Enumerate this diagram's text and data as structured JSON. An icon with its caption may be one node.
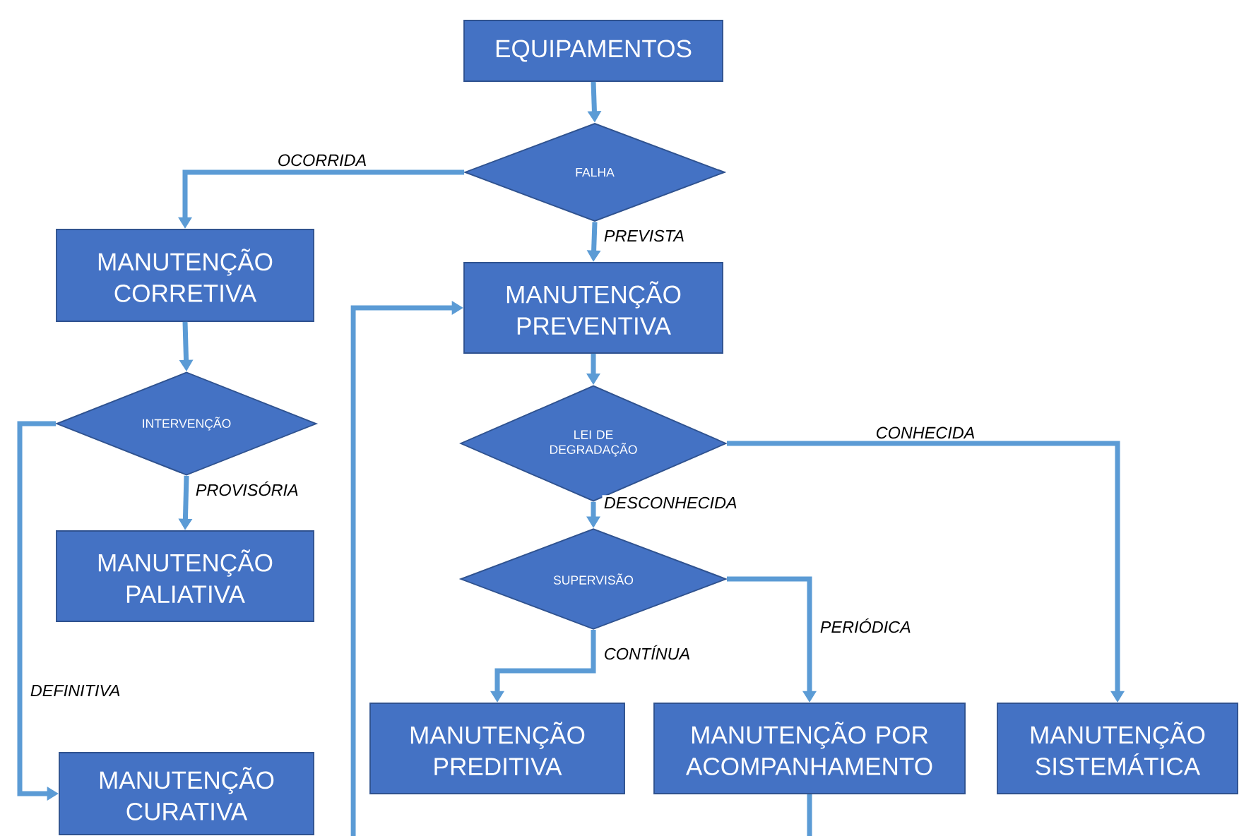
{
  "diagram": {
    "nodes": [
      {
        "text": [
          "EQUIPAMENTOS"
        ]
      },
      {
        "text": [
          "FALHA"
        ]
      },
      {
        "text": [
          "MANUTENÇÃO CORRETIVA"
        ]
      },
      {
        "text": [
          "MANUTENÇÃO PREVENTIVA"
        ]
      },
      {
        "text": [
          "INTERVENÇÃO"
        ]
      },
      {
        "text": [
          "MANUTENÇÃO PALIATIVA"
        ]
      },
      {
        "text": [
          "LEI DE DEGRADAÇÃO"
        ]
      },
      {
        "text": [
          "MANUTENÇÃO CURATIVA"
        ]
      },
      {
        "text": [
          "SUPERVISÃO"
        ]
      },
      {
        "text": [
          "MANUTENÇÃO PREDITIVA"
        ]
      },
      {
        "text": [
          "MANUTENÇÃO POR ACOMPANHAMENTO"
        ]
      },
      {
        "text": [
          "MANUTENÇÃO SISTEMÁTICA"
        ]
      }
    ],
    "edges": [
      {
        "from": 0,
        "to": 1,
        "arrow": "to"
      },
      {
        "from": 1,
        "to": 2,
        "arrow": "to",
        "label": "OCORRIDA"
      },
      {
        "from": 1,
        "to": 3,
        "arrow": "to",
        "label": "PREVISTA"
      },
      {
        "from": 2,
        "to": 4,
        "arrow": "to"
      },
      {
        "from": 4,
        "to": 5,
        "arrow": "to",
        "label": "PROVISÓRIA"
      },
      {
        "from": 4,
        "to": 7,
        "arrow": "to",
        "label": "DEFINITIVA"
      },
      {
        "from": 3,
        "to": 6,
        "arrow": "to"
      },
      {
        "from": 6,
        "to": 11,
        "arrow": "to",
        "label": "CONHECIDA"
      },
      {
        "from": 6,
        "to": 8,
        "arrow": "to",
        "label": "DESCONHECIDA"
      },
      {
        "from": 8,
        "to": 9,
        "arrow": "to",
        "label": "CONTÍNUA"
      },
      {
        "from": 8,
        "to": 10,
        "arrow": "to",
        "label": "PERIÓDICA"
      },
      {
        "from": null,
        "to": 3,
        "arrow": "to"
      },
      {
        "from": 10,
        "to": null,
        "arrow": "none"
      }
    ]
  }
}
